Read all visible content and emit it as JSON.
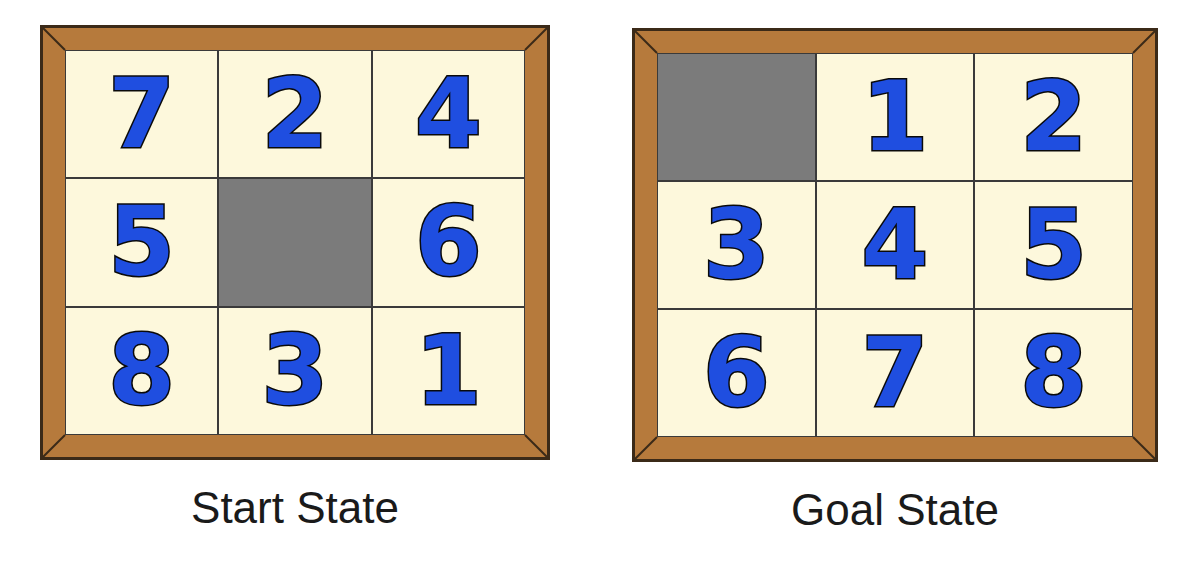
{
  "diagram": {
    "nodes": [
      {
        "text": [
          "Start State"
        ]
      },
      {
        "text": [
          "7"
        ],
        "in": 0
      },
      {
        "text": [
          "2"
        ],
        "in": 0
      },
      {
        "text": [
          "4"
        ],
        "in": 0
      },
      {
        "text": [
          "5"
        ],
        "in": 0
      },
      {
        "text": [
          "6"
        ],
        "in": 0
      },
      {
        "text": [
          "8"
        ],
        "in": 0
      },
      {
        "text": [
          "3"
        ],
        "in": 0
      },
      {
        "text": [
          "1"
        ],
        "in": 0
      },
      {
        "text": [
          "Goal State"
        ]
      },
      {
        "text": [
          "1"
        ],
        "in": 9
      },
      {
        "text": [
          "2"
        ],
        "in": 9
      },
      {
        "text": [
          "3"
        ],
        "in": 9
      },
      {
        "text": [
          "4"
        ],
        "in": 9
      },
      {
        "text": [
          "5"
        ],
        "in": 9
      },
      {
        "text": [
          "6"
        ],
        "in": 9
      },
      {
        "text": [
          "7"
        ],
        "in": 9
      },
      {
        "text": [
          "8"
        ],
        "in": 9
      }
    ]
  }
}
